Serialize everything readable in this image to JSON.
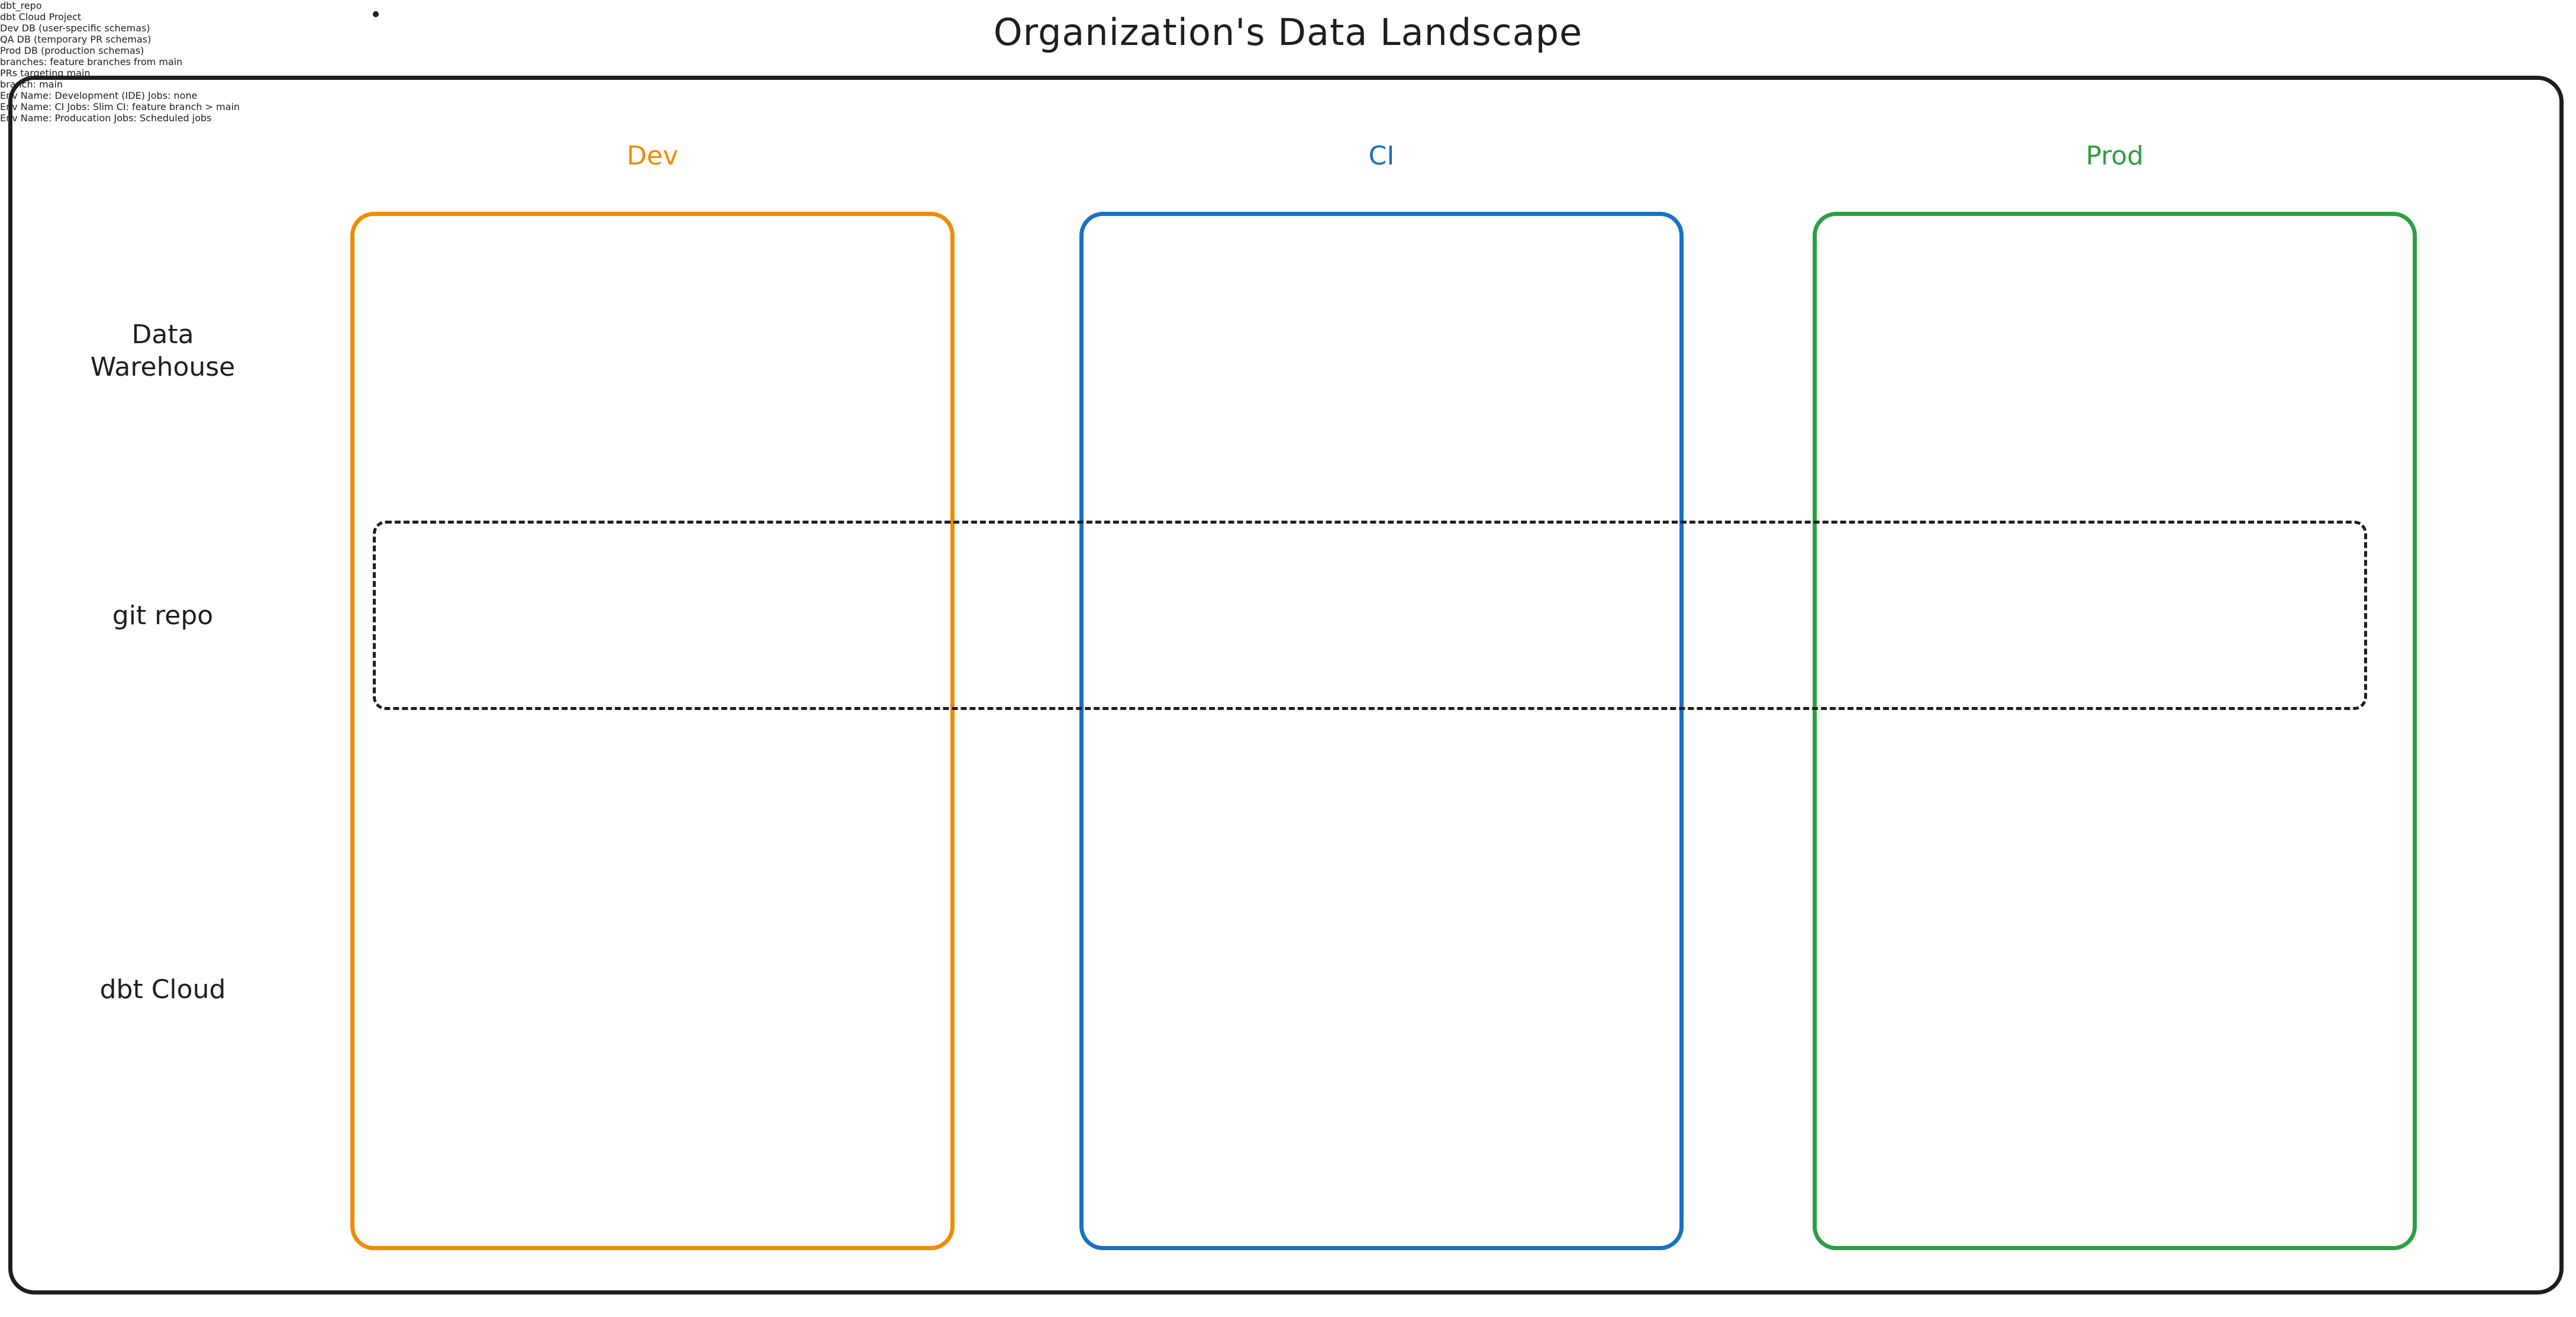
{
  "title": "Organization's Data Landscape",
  "colors": {
    "dev": "#f08c00",
    "ci": "#1971c2",
    "prod": "#2f9e44",
    "stroke": "#1e1e1e",
    "background": "#ffffff"
  },
  "environments": [
    {
      "key": "dev",
      "label": "Dev",
      "color": "#f08c00"
    },
    {
      "key": "ci",
      "label": "CI",
      "color": "#1971c2"
    },
    {
      "key": "prod",
      "label": "Prod",
      "color": "#2f9e44"
    }
  ],
  "rows": [
    {
      "key": "warehouse",
      "label": "Data\nWarehouse"
    },
    {
      "key": "git",
      "label": "git repo"
    },
    {
      "key": "cloud",
      "label": "dbt Cloud"
    }
  ],
  "groups": [
    {
      "key": "git_repo",
      "label": "dbt_repo",
      "style": "dashed"
    },
    {
      "key": "dbt_project",
      "label": "dbt Cloud Project",
      "style": "dashed"
    }
  ],
  "warehouse": {
    "dev": {
      "line1": "Dev DB",
      "line2": "(user-specific schemas)"
    },
    "ci": {
      "line1": "QA DB",
      "line2": "(temporary PR schemas)"
    },
    "prod": {
      "line1": "Prod DB",
      "line2": "(production schemas)"
    }
  },
  "git_repo": {
    "dev": {
      "line1": "branches:",
      "line2": "feature branches from main"
    },
    "ci": {
      "line1": "PRs targeting main",
      "line2": ""
    },
    "prod": {
      "line1": "branch: main",
      "line2": ""
    }
  },
  "dbt_cloud": {
    "dev": {
      "env_name_label": "Env Name:",
      "env_name_value": "Development (IDE)",
      "jobs_label": "Jobs:",
      "jobs_value": "none"
    },
    "ci": {
      "env_name_label": "Env Name:",
      "env_name_value": "CI",
      "jobs_label": "Jobs:",
      "jobs_value": "Slim CI: feature branch > main"
    },
    "prod": {
      "env_name_label": "Env Name:",
      "env_name_value": "Producation",
      "jobs_label": "Jobs:",
      "jobs_value": "Scheduled jobs"
    }
  }
}
